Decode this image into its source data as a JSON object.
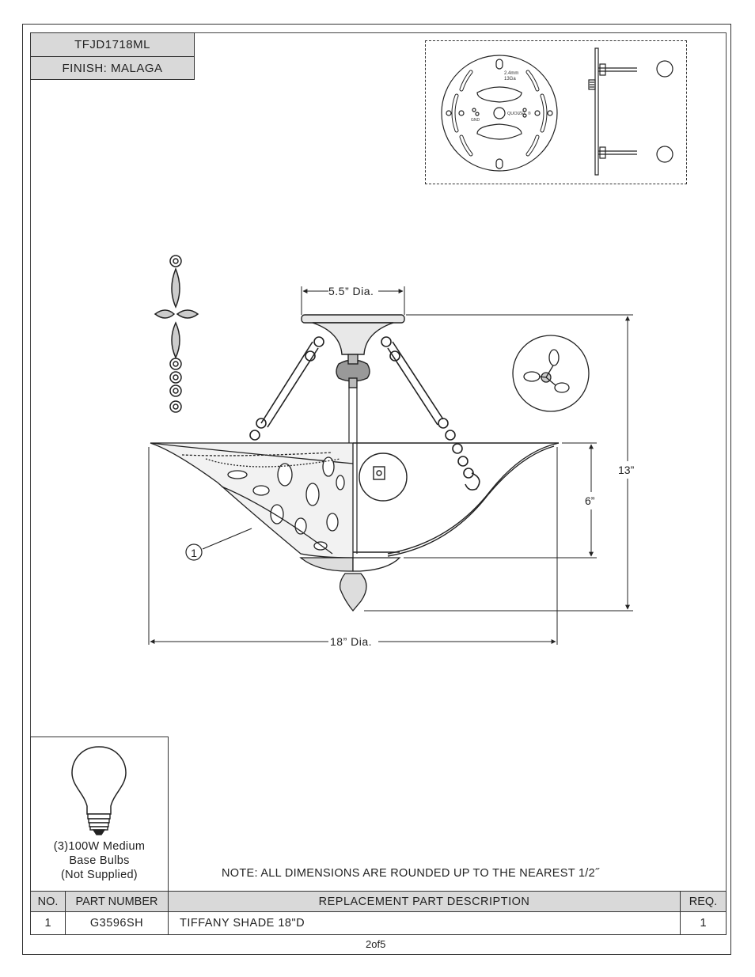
{
  "header": {
    "model": "TFJD1718ML",
    "finish": "FINISH: MALAGA"
  },
  "plate": {
    "gauge_line1": "2.4mm",
    "gauge_line2": "13Ga",
    "gnd_label": "GND",
    "brand_label": "QUOIZEL",
    "brand_mark": "®"
  },
  "dimensions": {
    "canopy": "5.5” Dia.",
    "overall_height": "13”",
    "shade_height": "6”",
    "diameter": "18” Dia."
  },
  "callout": "1",
  "bulb": {
    "line1": "(3)100W Medium",
    "line2": "Base Bulbs",
    "line3": "(Not Supplied)"
  },
  "note": "NOTE:  ALL DIMENSIONS ARE ROUNDED UP TO THE NEAREST  1/2˝",
  "parts_table": {
    "headers": [
      "NO.",
      "PART NUMBER",
      "REPLACEMENT PART DESCRIPTION",
      "REQ."
    ],
    "rows": [
      [
        "1",
        "G3596SH",
        "TIFFANY SHADE 18\"D",
        "1"
      ]
    ]
  },
  "page_number": "2of5"
}
